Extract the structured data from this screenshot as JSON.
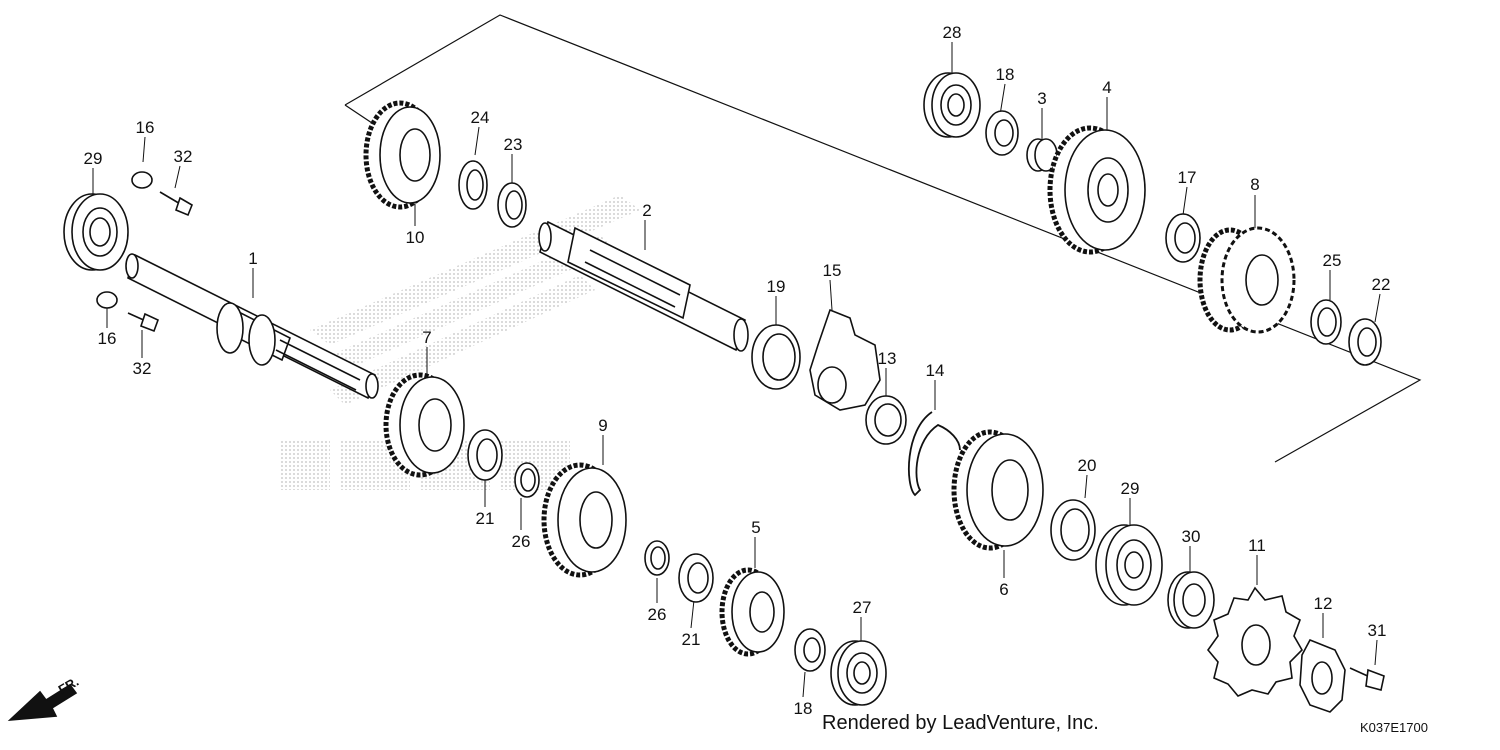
{
  "footer": {
    "rendered_by": "Rendered by LeadVenture, Inc.",
    "diagram_code": "K037E1700",
    "front_marker": "FR."
  },
  "callouts": [
    {
      "id": "c-28a",
      "text": "28"
    },
    {
      "id": "c-18a",
      "text": "18"
    },
    {
      "id": "c-3",
      "text": "3"
    },
    {
      "id": "c-4",
      "text": "4"
    },
    {
      "id": "c-17",
      "text": "17"
    },
    {
      "id": "c-8",
      "text": "8"
    },
    {
      "id": "c-25",
      "text": "25"
    },
    {
      "id": "c-22",
      "text": "22"
    },
    {
      "id": "c-16a",
      "text": "16"
    },
    {
      "id": "c-32a",
      "text": "32"
    },
    {
      "id": "c-29a",
      "text": "29"
    },
    {
      "id": "c-1",
      "text": "1"
    },
    {
      "id": "c-16b",
      "text": "16"
    },
    {
      "id": "c-32b",
      "text": "32"
    },
    {
      "id": "c-24",
      "text": "24"
    },
    {
      "id": "c-23",
      "text": "23"
    },
    {
      "id": "c-10",
      "text": "10"
    },
    {
      "id": "c-2",
      "text": "2"
    },
    {
      "id": "c-19",
      "text": "19"
    },
    {
      "id": "c-15",
      "text": "15"
    },
    {
      "id": "c-13",
      "text": "13"
    },
    {
      "id": "c-14",
      "text": "14"
    },
    {
      "id": "c-7",
      "text": "7"
    },
    {
      "id": "c-9",
      "text": "9"
    },
    {
      "id": "c-21a",
      "text": "21"
    },
    {
      "id": "c-26a",
      "text": "26"
    },
    {
      "id": "c-26b",
      "text": "26"
    },
    {
      "id": "c-21b",
      "text": "21"
    },
    {
      "id": "c-5",
      "text": "5"
    },
    {
      "id": "c-27",
      "text": "27"
    },
    {
      "id": "c-18b",
      "text": "18"
    },
    {
      "id": "c-6",
      "text": "6"
    },
    {
      "id": "c-20",
      "text": "20"
    },
    {
      "id": "c-29b",
      "text": "29"
    },
    {
      "id": "c-30",
      "text": "30"
    },
    {
      "id": "c-11",
      "text": "11"
    },
    {
      "id": "c-12",
      "text": "12"
    },
    {
      "id": "c-31",
      "text": "31"
    }
  ]
}
